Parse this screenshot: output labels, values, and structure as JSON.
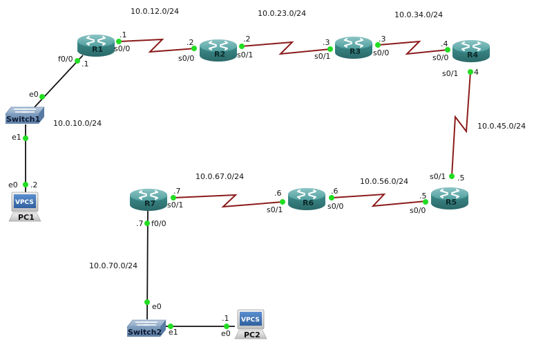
{
  "topology": {
    "colors": {
      "serial_link": "#8b1a1a",
      "ethernet_link": "#111111",
      "port_up": "#22dd22",
      "router_body": "#3d8c8c",
      "router_top": "#6fb3b3",
      "switch_body": "#6d8fb5",
      "pc_screen": "#3c6fb0"
    },
    "routers": [
      {
        "id": "R1",
        "label": "R1"
      },
      {
        "id": "R2",
        "label": "R2"
      },
      {
        "id": "R3",
        "label": "R3"
      },
      {
        "id": "R4",
        "label": "R4"
      },
      {
        "id": "R5",
        "label": "R5"
      },
      {
        "id": "R6",
        "label": "R6"
      },
      {
        "id": "R7",
        "label": "R7"
      }
    ],
    "switches": [
      {
        "id": "Switch1",
        "label": "Switch1"
      },
      {
        "id": "Switch2",
        "label": "Switch2"
      }
    ],
    "pcs": [
      {
        "id": "PC1",
        "label": "PC1",
        "screen_text": "VPCS"
      },
      {
        "id": "PC2",
        "label": "PC2",
        "screen_text": "VPCS"
      }
    ],
    "networks": [
      {
        "id": "n12",
        "label": "10.0.12.0/24"
      },
      {
        "id": "n23",
        "label": "10.0.23.0/24"
      },
      {
        "id": "n34",
        "label": "10.0.34.0/24"
      },
      {
        "id": "n45",
        "label": "10.0.45.0/24"
      },
      {
        "id": "n56",
        "label": "10.0.56.0/24"
      },
      {
        "id": "n67",
        "label": "10.0.67.0/24"
      },
      {
        "id": "n10",
        "label": "10.0.10.0/24"
      },
      {
        "id": "n70",
        "label": "10.0.70.0/24"
      }
    ],
    "links": [
      {
        "id": "R1-R2",
        "type": "serial",
        "a": {
          "device": "R1",
          "port": "s0/0",
          "ip": ".1"
        },
        "b": {
          "device": "R2",
          "port": "s0/0",
          "ip": ".2"
        }
      },
      {
        "id": "R2-R3",
        "type": "serial",
        "a": {
          "device": "R2",
          "port": "s0/1",
          "ip": ".2"
        },
        "b": {
          "device": "R3",
          "port": "s0/1",
          "ip": ".3"
        }
      },
      {
        "id": "R3-R4",
        "type": "serial",
        "a": {
          "device": "R3",
          "port": "s0/0",
          "ip": ".3"
        },
        "b": {
          "device": "R4",
          "port": "s0/0",
          "ip": ".4"
        }
      },
      {
        "id": "R4-R5",
        "type": "serial",
        "a": {
          "device": "R4",
          "port": "s0/1",
          "ip": "4"
        },
        "b": {
          "device": "R5",
          "port": "s0/1",
          "ip": ".5"
        }
      },
      {
        "id": "R5-R6",
        "type": "serial",
        "a": {
          "device": "R5",
          "port": "s0/0",
          "ip": ".5"
        },
        "b": {
          "device": "R6",
          "port": "s0/0",
          "ip": ".6"
        }
      },
      {
        "id": "R6-R7",
        "type": "serial",
        "a": {
          "device": "R6",
          "port": "s0/1",
          "ip": ".6"
        },
        "b": {
          "device": "R7",
          "port": "s0/1",
          "ip": ".7"
        }
      },
      {
        "id": "R1-Switch1",
        "type": "ethernet",
        "a": {
          "device": "R1",
          "port": "f0/0",
          "ip": ".1"
        },
        "b": {
          "device": "Switch1",
          "port": "e0",
          "ip": ""
        }
      },
      {
        "id": "Switch1-PC1",
        "type": "ethernet",
        "a": {
          "device": "Switch1",
          "port": "e1",
          "ip": ""
        },
        "b": {
          "device": "PC1",
          "port": "e0",
          "ip": ".2"
        }
      },
      {
        "id": "R7-Switch2",
        "type": "ethernet",
        "a": {
          "device": "R7",
          "port": "f0/0",
          "ip": ".7"
        },
        "b": {
          "device": "Switch2",
          "port": "e0",
          "ip": ""
        }
      },
      {
        "id": "Switch2-PC2",
        "type": "ethernet",
        "a": {
          "device": "Switch2",
          "port": "e1",
          "ip": ""
        },
        "b": {
          "device": "PC2",
          "port": "e0",
          "ip": ".1"
        }
      }
    ]
  }
}
